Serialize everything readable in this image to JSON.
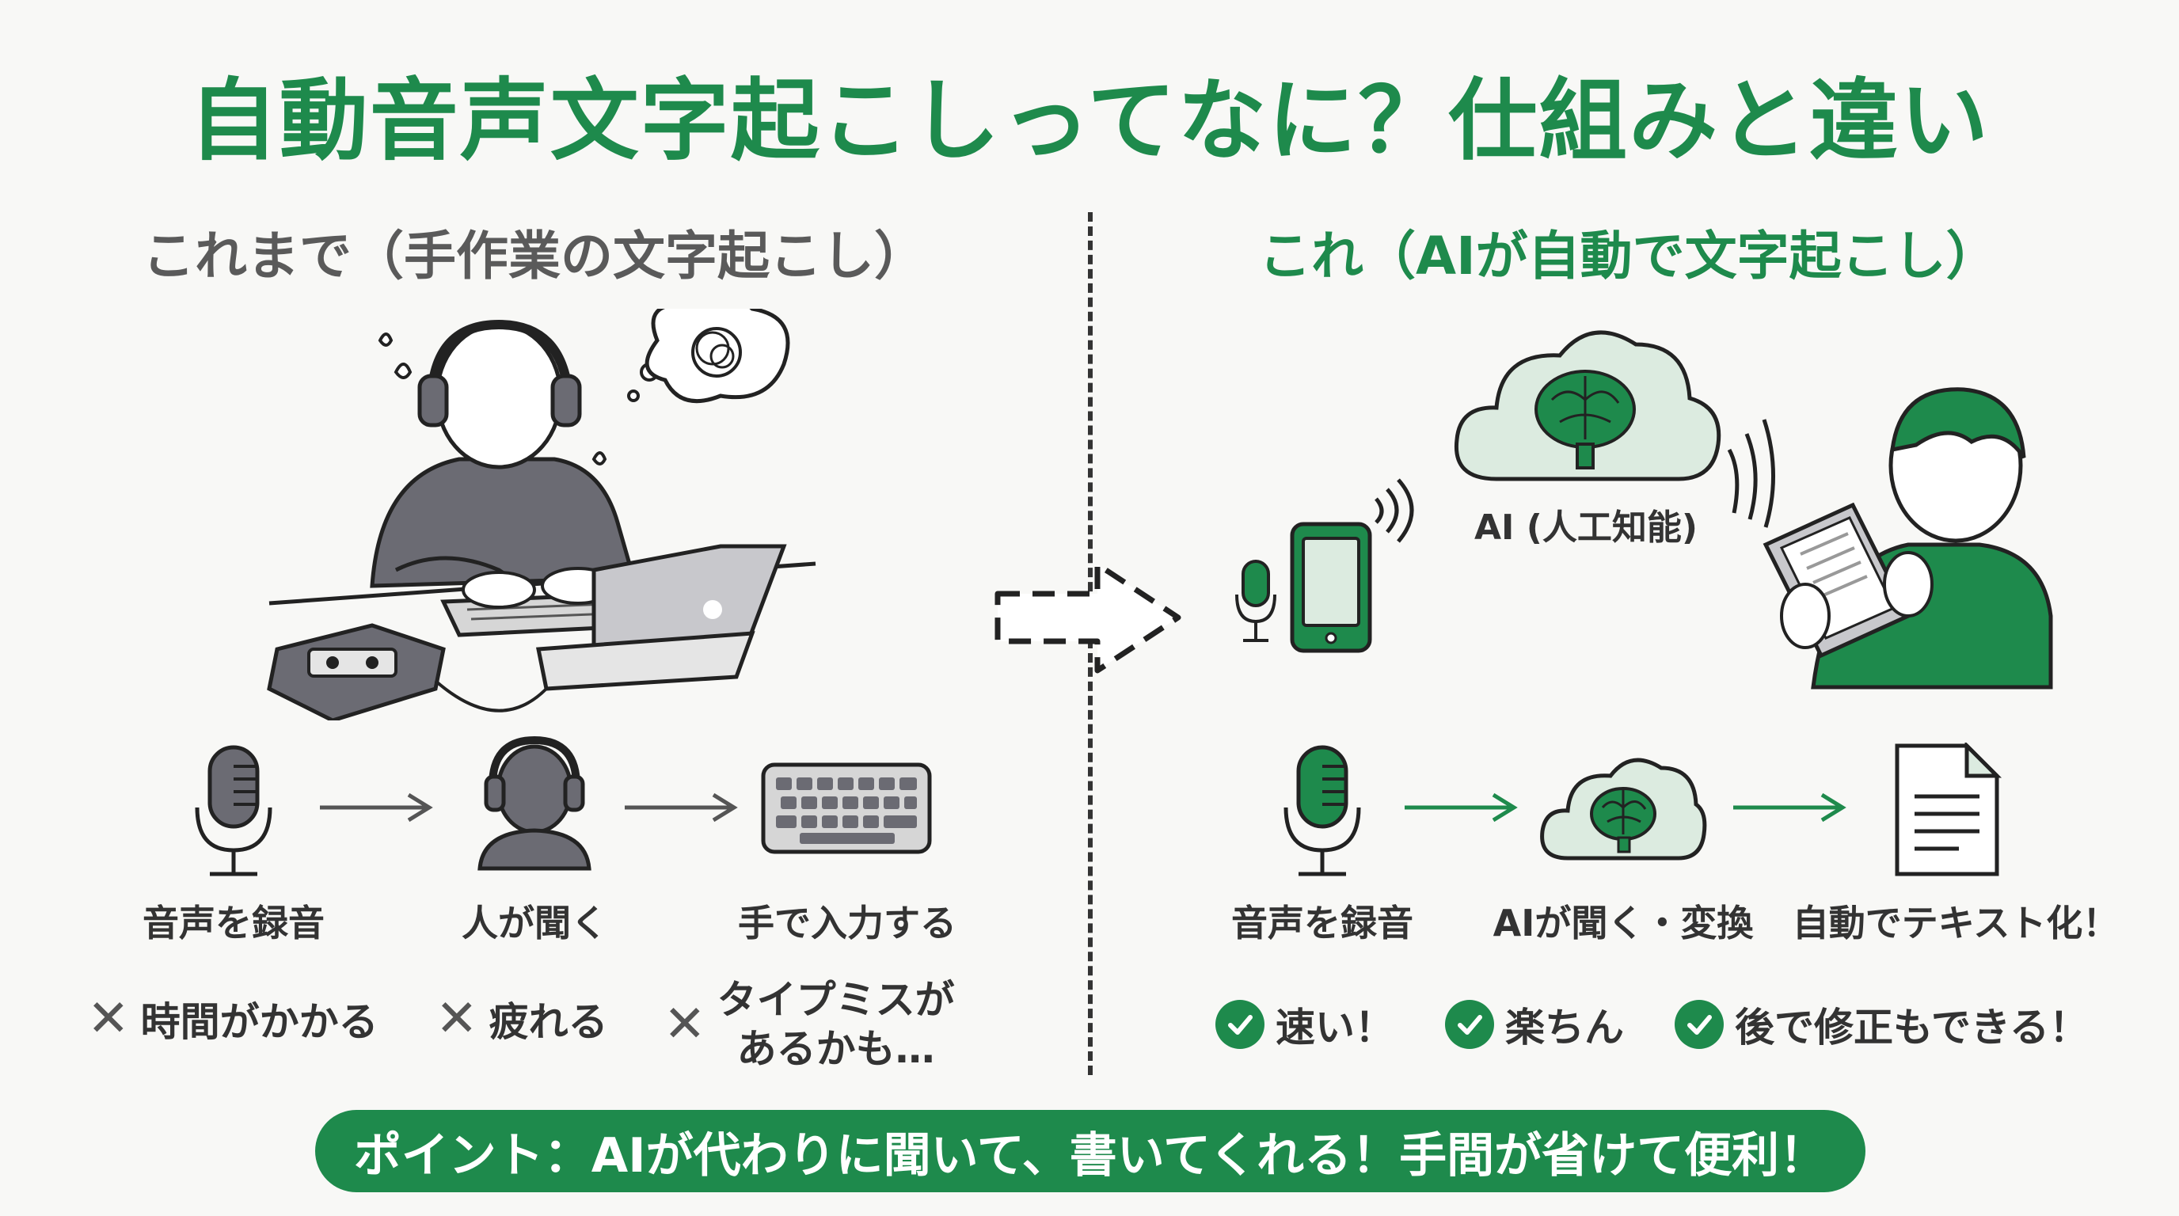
{
  "title": "自動音声文字起こしってなに？仕組みと違い",
  "left_section": {
    "heading": "これまで（手作業の文字起こし）",
    "steps": [
      "音声を録音",
      "人が聞く",
      "手で入力する"
    ],
    "results": [
      "時間がかかる",
      "疲れる",
      "タイプミスが\nあるかも…"
    ]
  },
  "right_section": {
    "heading": "これ（AIが自動で文字起こし）",
    "ai_label": "AI (人工知能)",
    "steps": [
      "音声を録音",
      "AIが聞く・変換",
      "自動でテキスト化！"
    ],
    "results": [
      "速い！",
      "楽ちん",
      "後で修正もできる！"
    ]
  },
  "point": "ポイント：AIが代わりに聞いて、書いてくれる！手間が省けて便利！",
  "colors": {
    "accent": "#1e8a4c",
    "accent_light": "#dcebe0",
    "gray_figure": "#6b6b73",
    "text": "#333333"
  },
  "icons": [
    "microphone-icon",
    "person-headphones-icon",
    "keyboard-icon",
    "cloud-brain-icon",
    "document-icon",
    "cross-icon",
    "check-icon",
    "smartphone-icon",
    "tablet-icon"
  ]
}
